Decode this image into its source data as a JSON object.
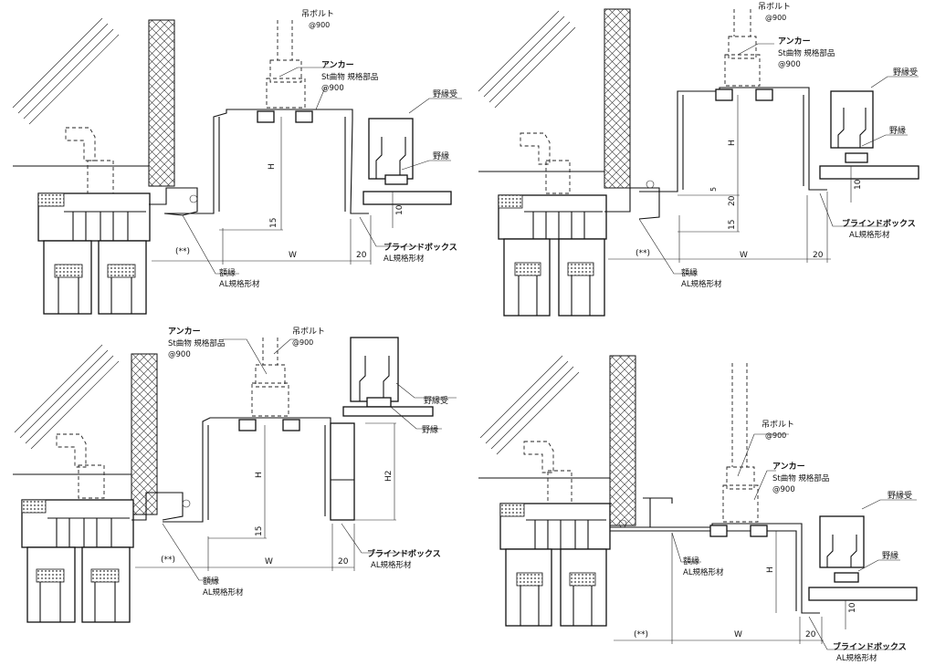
{
  "details": [
    {
      "bolt_label": "吊ボルト",
      "bolt_pitch": "@900",
      "anchor_label": "アンカー",
      "anchor_spec": "St曲物 規格部品",
      "anchor_pitch": "@900",
      "furring_receiver": "野縁受",
      "furring": "野縁",
      "box_label": "ブラインドボックス",
      "box_material": "AL規格形材",
      "frame_label": "額縁",
      "frame_material": "AL規格形材",
      "dim_h": "H",
      "dim_w": "W",
      "dim_20": "20",
      "dim_15": "15",
      "dim_10": "10",
      "dim_note": "(**)"
    },
    {
      "bolt_label": "吊ボルト",
      "bolt_pitch": "@900",
      "anchor_label": "アンカー",
      "anchor_spec": "St曲物 規格部品",
      "anchor_pitch": "@900",
      "furring_receiver": "野縁受",
      "furring": "野縁",
      "box_label": "ブラインドボックス",
      "box_material": "AL規格形材",
      "frame_label": "額縁",
      "frame_material": "AL規格形材",
      "dim_h": "H",
      "dim_w": "W",
      "dim_20": "20",
      "dim_15": "15",
      "dim_10": "10",
      "dim_5": "5",
      "dim_note": "(**)"
    },
    {
      "bolt_label": "吊ボルト",
      "bolt_pitch": "@900",
      "anchor_label": "アンカー",
      "anchor_spec": "St曲物 規格部品",
      "anchor_pitch": "@900",
      "furring_receiver": "野縁受",
      "furring": "野縁",
      "box_label": "ブラインドボックス",
      "box_material": "AL規格形材",
      "frame_label": "額縁",
      "frame_material": "AL規格形材",
      "dim_h": "H",
      "dim_h2": "H2",
      "dim_w": "W",
      "dim_20": "20",
      "dim_15": "15",
      "dim_note": "(**)"
    },
    {
      "bolt_label": "吊ボルト",
      "bolt_pitch": "@900",
      "anchor_label": "アンカー",
      "anchor_spec": "St曲物 規格部品",
      "anchor_pitch": "@900",
      "furring_receiver": "野縁受",
      "furring": "野縁",
      "box_label": "ブラインドボックス",
      "box_material": "AL規格形材",
      "frame_label": "額縁",
      "frame_material": "AL規格形材",
      "dim_h": "H",
      "dim_w": "W",
      "dim_20": "20",
      "dim_10": "10",
      "dim_note": "(**)"
    }
  ]
}
